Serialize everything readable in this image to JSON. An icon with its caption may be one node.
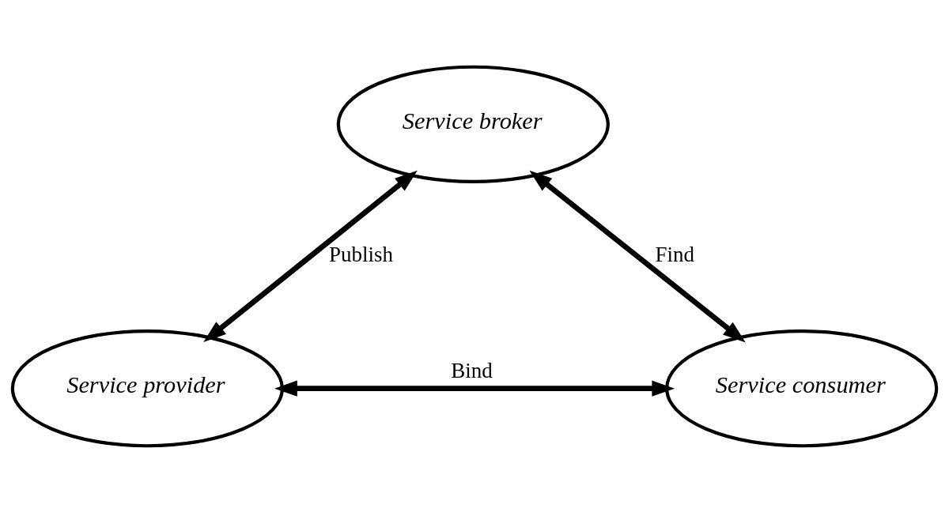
{
  "diagram": {
    "nodes": [
      {
        "text": [
          "Service broker"
        ]
      },
      {
        "text": [
          "Service provider"
        ]
      },
      {
        "text": [
          "Service consumer"
        ]
      }
    ],
    "edges": [
      {
        "from": 0,
        "to": 1,
        "arrow": "both",
        "label": "Publish"
      },
      {
        "from": 0,
        "to": 2,
        "arrow": "both",
        "label": "Find"
      },
      {
        "from": 1,
        "to": 2,
        "arrow": "both",
        "label": "Bind"
      }
    ]
  }
}
